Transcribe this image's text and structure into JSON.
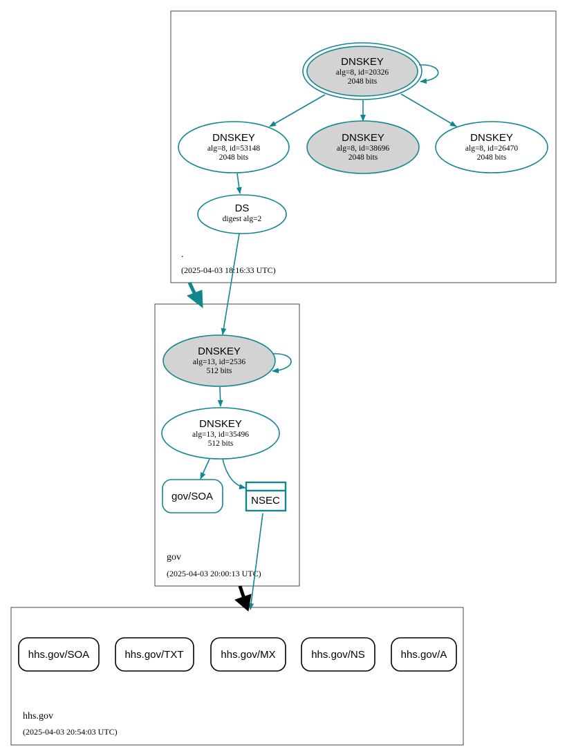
{
  "colors": {
    "accent": "#10868f",
    "signed_fill": "#d3d3d3",
    "unsigned_fill": "#ffffff",
    "insecure": "#000000"
  },
  "zones": {
    "root": {
      "name": ".",
      "timestamp": "(2025-04-03 18:16:33 UTC)"
    },
    "gov": {
      "name": "gov",
      "timestamp": "(2025-04-03 20:00:13 UTC)"
    },
    "hhs": {
      "name": "hhs.gov",
      "timestamp": "(2025-04-03 20:54:03 UTC)"
    }
  },
  "nodes": {
    "root_ksk": {
      "title": "DNSKEY",
      "line1": "alg=8, id=20326",
      "line2": "2048 bits"
    },
    "root_k53148": {
      "title": "DNSKEY",
      "line1": "alg=8, id=53148",
      "line2": "2048 bits"
    },
    "root_k38696": {
      "title": "DNSKEY",
      "line1": "alg=8, id=38696",
      "line2": "2048 bits"
    },
    "root_k26470": {
      "title": "DNSKEY",
      "line1": "alg=8, id=26470",
      "line2": "2048 bits"
    },
    "root_ds": {
      "title": "DS",
      "line1": "digest alg=2"
    },
    "gov_ksk": {
      "title": "DNSKEY",
      "line1": "alg=13, id=2536",
      "line2": "512 bits"
    },
    "gov_zsk": {
      "title": "DNSKEY",
      "line1": "alg=13, id=35496",
      "line2": "512 bits"
    },
    "gov_soa": {
      "label": "gov/SOA"
    },
    "gov_nsec": {
      "label": "NSEC"
    },
    "hhs_soa": {
      "label": "hhs.gov/SOA"
    },
    "hhs_txt": {
      "label": "hhs.gov/TXT"
    },
    "hhs_mx": {
      "label": "hhs.gov/MX"
    },
    "hhs_ns": {
      "label": "hhs.gov/NS"
    },
    "hhs_a": {
      "label": "hhs.gov/A"
    }
  }
}
